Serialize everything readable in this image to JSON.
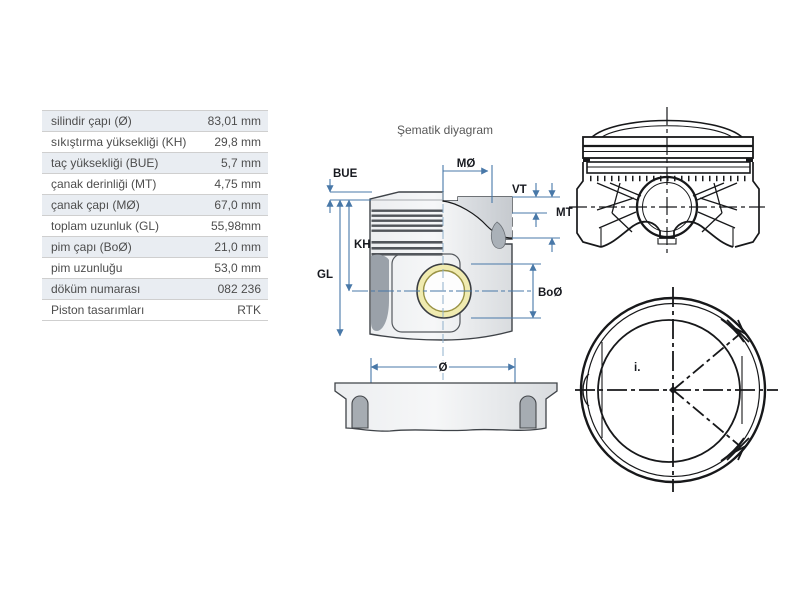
{
  "table": {
    "rows": [
      {
        "label": "silindir çapı (Ø)",
        "value": "83,01 mm"
      },
      {
        "label": "sıkıştırma yüksekliği (KH)",
        "value": "29,8 mm"
      },
      {
        "label": "taç yüksekliği (BUE)",
        "value": "5,7 mm"
      },
      {
        "label": "çanak derinliği (MT)",
        "value": "4,75 mm"
      },
      {
        "label": "çanak çapı (MØ)",
        "value": "67,0 mm"
      },
      {
        "label": "toplam uzunluk (GL)",
        "value": "55,98mm"
      },
      {
        "label": "pim çapı (BoØ)",
        "value": "21,0 mm"
      },
      {
        "label": "pim uzunluğu",
        "value": "53,0 mm"
      },
      {
        "label": "döküm numarası",
        "value": "082 236"
      },
      {
        "label": "Piston tasarımları",
        "value": "RTK"
      }
    ]
  },
  "diagram": {
    "title": "Şematik diyagram",
    "labels": {
      "bue": "BUE",
      "kh": "KH",
      "gl": "GL",
      "mo": "MØ",
      "vt": "VT",
      "mt": "MT",
      "bo": "BoØ",
      "dia": "Ø",
      "mark": "i."
    }
  },
  "colors": {
    "dimension_blue": "#4878A8",
    "centerline_blue": "#8FB0CC",
    "pin_bushing_yellow": "#F0EBB0",
    "row_shading": "#E9EDF2"
  }
}
